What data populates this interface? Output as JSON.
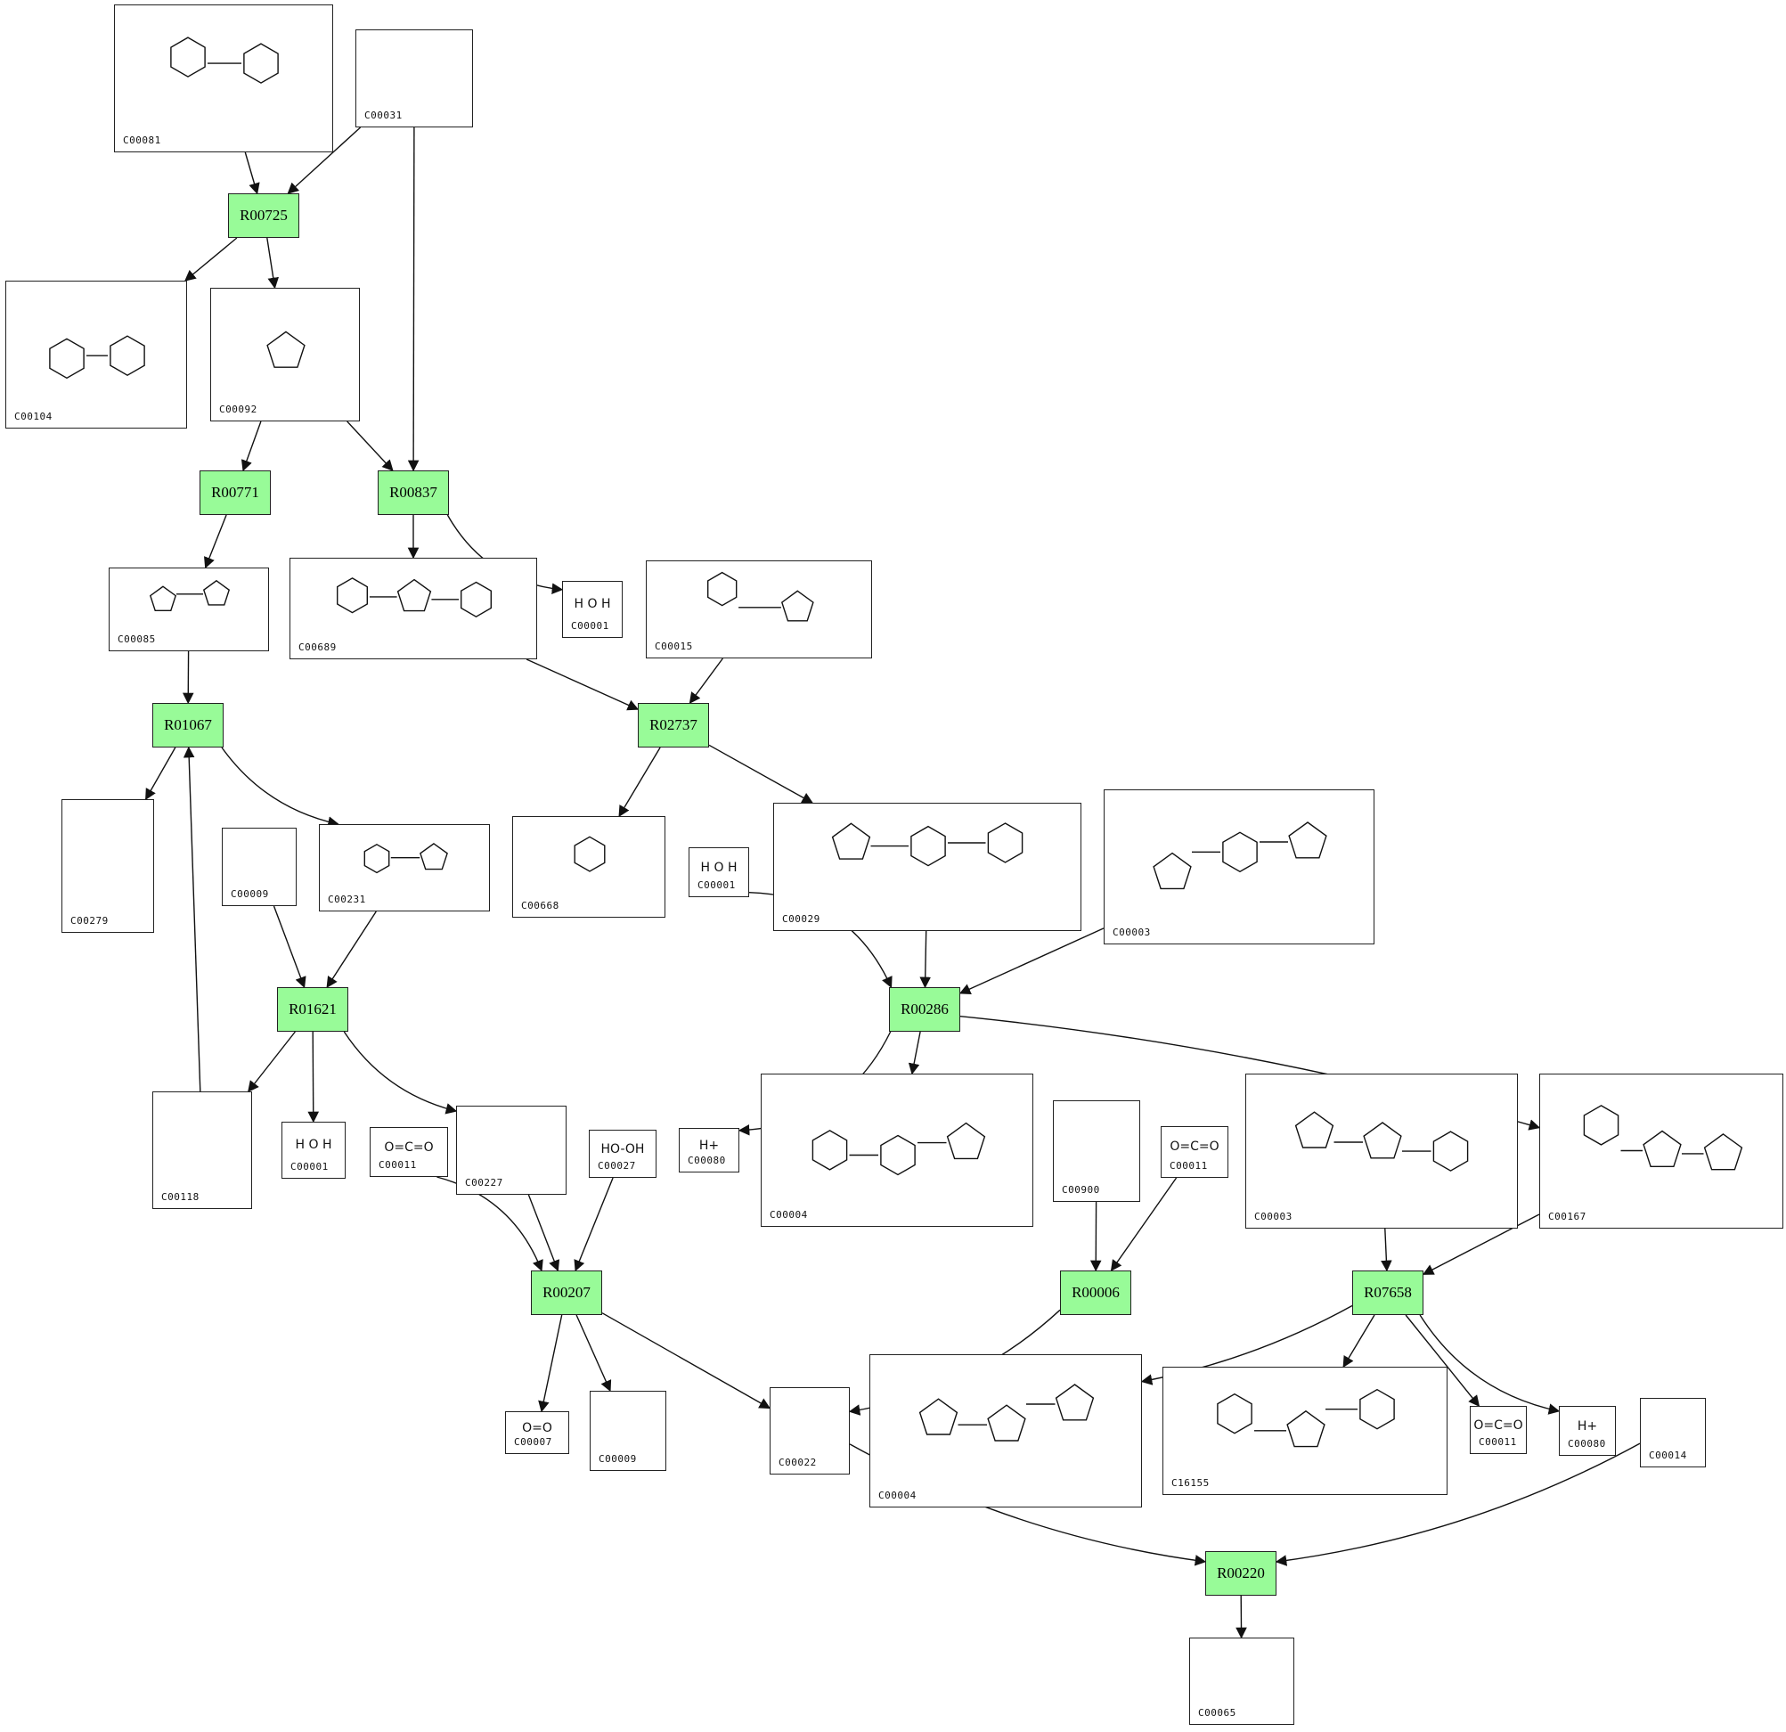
{
  "diagram": {
    "reactions": [
      {
        "id": "R00725"
      },
      {
        "id": "R00771"
      },
      {
        "id": "R00837"
      },
      {
        "id": "R01067"
      },
      {
        "id": "R02737"
      },
      {
        "id": "R01621"
      },
      {
        "id": "R00286"
      },
      {
        "id": "R00207"
      },
      {
        "id": "R00006"
      },
      {
        "id": "R07658"
      },
      {
        "id": "R00220"
      }
    ],
    "compounds": [
      {
        "id": "C00081",
        "formula": ""
      },
      {
        "id": "C00031",
        "formula": ""
      },
      {
        "id": "C00104",
        "formula": ""
      },
      {
        "id": "C00092",
        "formula": ""
      },
      {
        "id": "C00085",
        "formula": ""
      },
      {
        "id": "C00689",
        "formula": ""
      },
      {
        "id": "C00001",
        "formula": "H O H"
      },
      {
        "id": "C00015",
        "formula": ""
      },
      {
        "id": "C00279",
        "formula": ""
      },
      {
        "id": "C00009",
        "formula": ""
      },
      {
        "id": "C00231",
        "formula": ""
      },
      {
        "id": "C00668",
        "formula": ""
      },
      {
        "id": "C00001",
        "formula": "H O H"
      },
      {
        "id": "C00029",
        "formula": ""
      },
      {
        "id": "C00003",
        "formula": ""
      },
      {
        "id": "C00118",
        "formula": ""
      },
      {
        "id": "C00001",
        "formula": "H O H"
      },
      {
        "id": "C00011",
        "formula": "O=C=O"
      },
      {
        "id": "C00227",
        "formula": ""
      },
      {
        "id": "C00027",
        "formula": "HO-OH"
      },
      {
        "id": "C00080",
        "formula": "H+"
      },
      {
        "id": "C00004",
        "formula": ""
      },
      {
        "id": "C00900",
        "formula": ""
      },
      {
        "id": "C00011",
        "formula": "O=C=O"
      },
      {
        "id": "C00003",
        "formula": ""
      },
      {
        "id": "C00167",
        "formula": ""
      },
      {
        "id": "C00007",
        "formula": "O=O"
      },
      {
        "id": "C00009",
        "formula": ""
      },
      {
        "id": "C00022",
        "formula": ""
      },
      {
        "id": "C00004",
        "formula": ""
      },
      {
        "id": "C16155",
        "formula": ""
      },
      {
        "id": "C00011",
        "formula": "O=C=O"
      },
      {
        "id": "C00080",
        "formula": "H+"
      },
      {
        "id": "C00014",
        "formula": ""
      },
      {
        "id": "C00065",
        "formula": ""
      }
    ],
    "colors": {
      "reaction_fill": "#98fb98",
      "stroke": "#222222",
      "background": "#ffffff"
    }
  }
}
